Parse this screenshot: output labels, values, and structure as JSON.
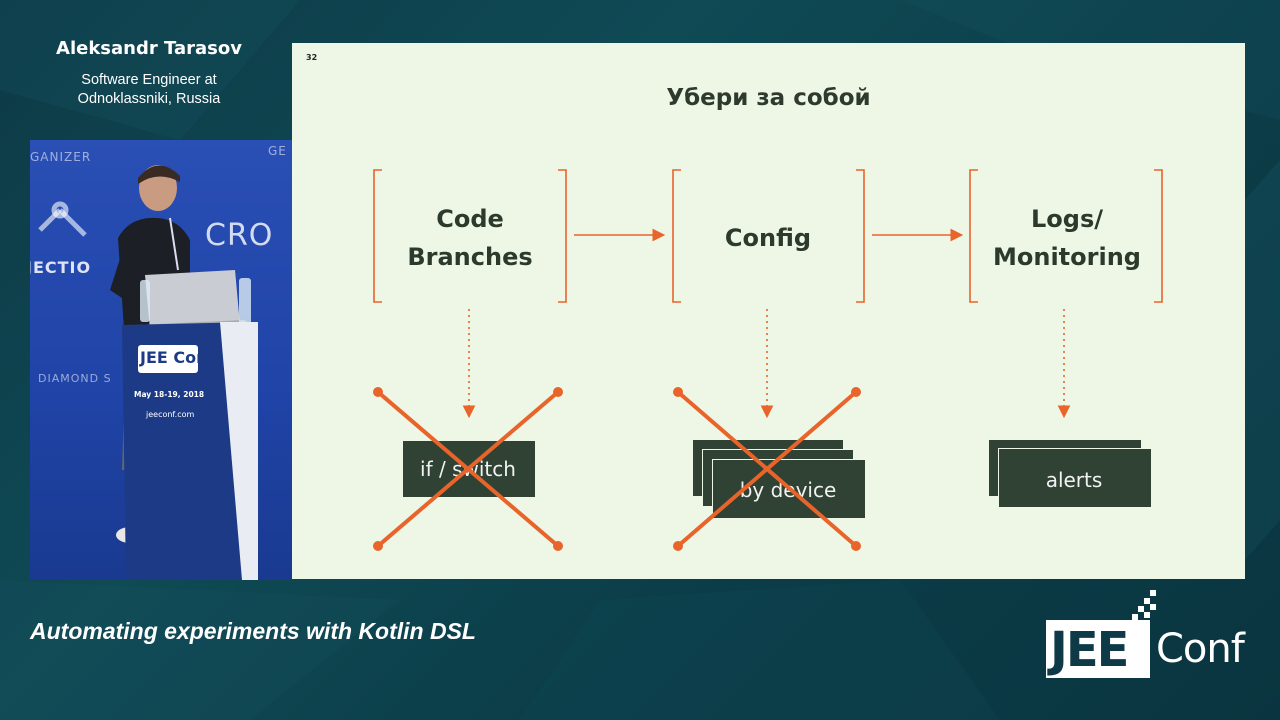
{
  "speaker": {
    "name": "Aleksandr Tarasov",
    "role_line1": "Software Engineer at",
    "role_line2": "Odnoklassniki, Russia"
  },
  "video": {
    "backdrop_text_organizer": "GANIZER",
    "backdrop_text_ge": "GE",
    "backdrop_text_cro": "CRO",
    "backdrop_text_injection": "JECTIO",
    "backdrop_text_diamond": "DIAMOND S",
    "podium_logo": "JEE Conf",
    "podium_dates": "May 18-19, 2018",
    "podium_url": "jeeconf.com"
  },
  "slide": {
    "number": "32",
    "title": "Убери за собой",
    "boxes": [
      {
        "line1": "Code",
        "line2": "Branches"
      },
      {
        "line1": "Config",
        "line2": ""
      },
      {
        "line1": "Logs/",
        "line2": "Monitoring"
      }
    ],
    "cards": [
      {
        "label": "if / switch",
        "crossed": true
      },
      {
        "label": "by device",
        "crossed": true
      },
      {
        "label": "alerts",
        "crossed": false
      }
    ],
    "colors": {
      "accent": "#e8642a",
      "card": "#2f4233",
      "background": "#eef7e6"
    }
  },
  "talk": {
    "title": "Automating experiments with Kotlin DSL"
  },
  "logo": {
    "part1": "JEE",
    "part2": "Conf"
  }
}
